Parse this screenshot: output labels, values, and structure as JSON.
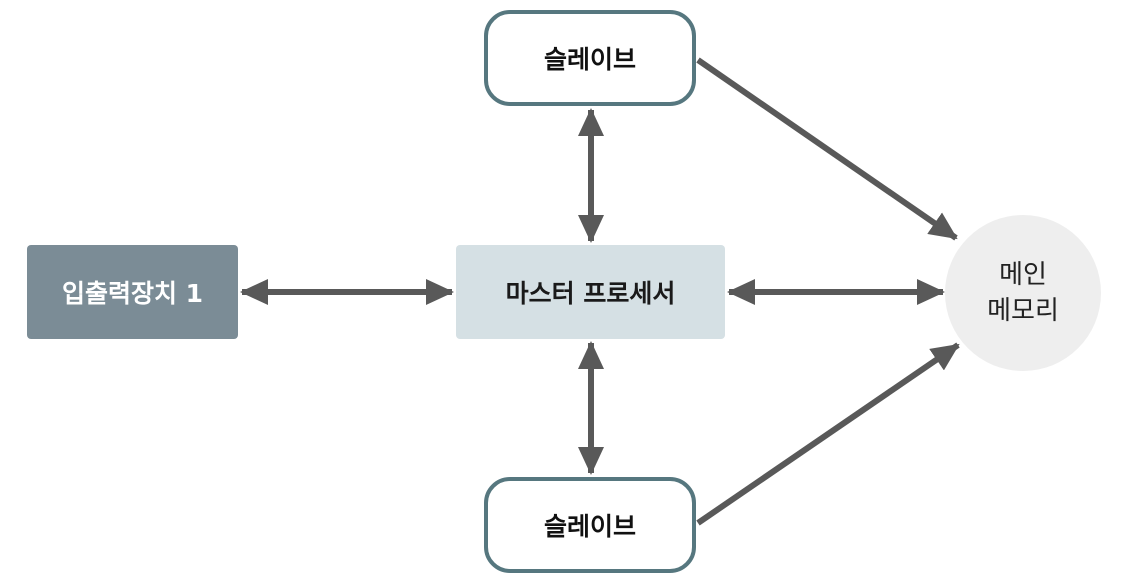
{
  "colors": {
    "io_fill": "#7b8c96",
    "master_fill": "#d5e0e4",
    "slave_border": "#56777f",
    "memory_fill": "#eeeeee",
    "arrow": "#595959"
  },
  "nodes": {
    "io_device": {
      "label": "입출력장치 1"
    },
    "master": {
      "label": "마스터 프로세서"
    },
    "slave_top": {
      "label": "슬레이브"
    },
    "slave_bottom": {
      "label": "슬레이브"
    },
    "memory": {
      "line1": "메인",
      "line2": "메모리"
    }
  },
  "edges": [
    {
      "from": "io_device",
      "to": "master",
      "direction": "both"
    },
    {
      "from": "master",
      "to": "memory",
      "direction": "both"
    },
    {
      "from": "master",
      "to": "slave_top",
      "direction": "both"
    },
    {
      "from": "master",
      "to": "slave_bottom",
      "direction": "both"
    },
    {
      "from": "slave_top",
      "to": "memory",
      "direction": "forward"
    },
    {
      "from": "slave_bottom",
      "to": "memory",
      "direction": "forward"
    }
  ]
}
